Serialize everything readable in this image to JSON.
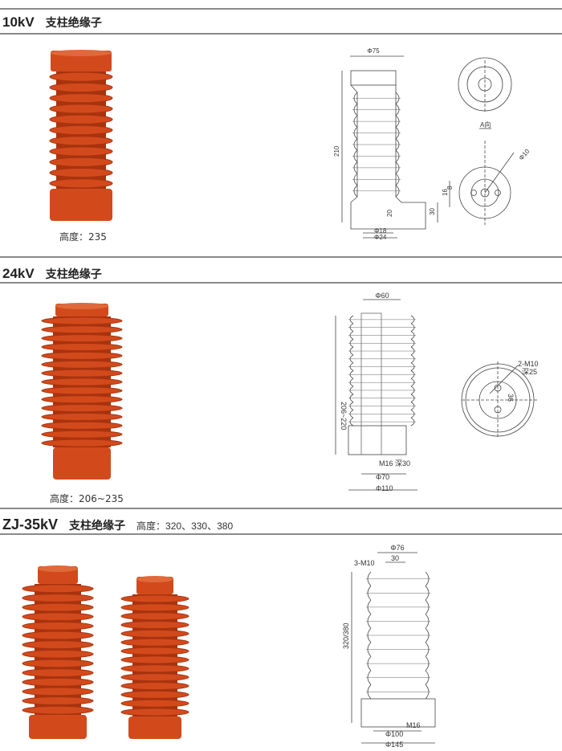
{
  "sections": [
    {
      "voltage": "10kV",
      "name": "支柱绝缘子",
      "caption": "高度：235",
      "drawing": {
        "diameter_top": "Φ75",
        "height": "210",
        "dim_20": "20",
        "dim_30": "30",
        "phi18": "Φ18",
        "phi24": "Φ24",
        "view_label": "A向",
        "hole": "Φ10",
        "dim_16": "16",
        "dim_8": "8"
      }
    },
    {
      "voltage": "24kV",
      "name": "支柱绝缘子",
      "caption": "高度：206~235",
      "drawing": {
        "diameter_top": "Φ60",
        "height": "206~220",
        "thread": "M16 深30",
        "phi70": "Φ70",
        "phi110": "Φ110",
        "holes": "2-M10",
        "depth": "深25",
        "spacing": "36"
      }
    },
    {
      "voltage": "ZJ-35kV",
      "name": "支柱绝缘子",
      "heights": "高度：320、330、380",
      "drawing": {
        "diameter_top": "Φ76",
        "holes": "3-M10",
        "spacing": "30",
        "height": "320/380",
        "thread": "M16",
        "phi100": "Φ100",
        "phi145": "Φ145"
      }
    }
  ],
  "colors": {
    "insulator": "#d24a1c",
    "insulator_dark": "#a8330f",
    "rule": "#8a8a8a"
  }
}
